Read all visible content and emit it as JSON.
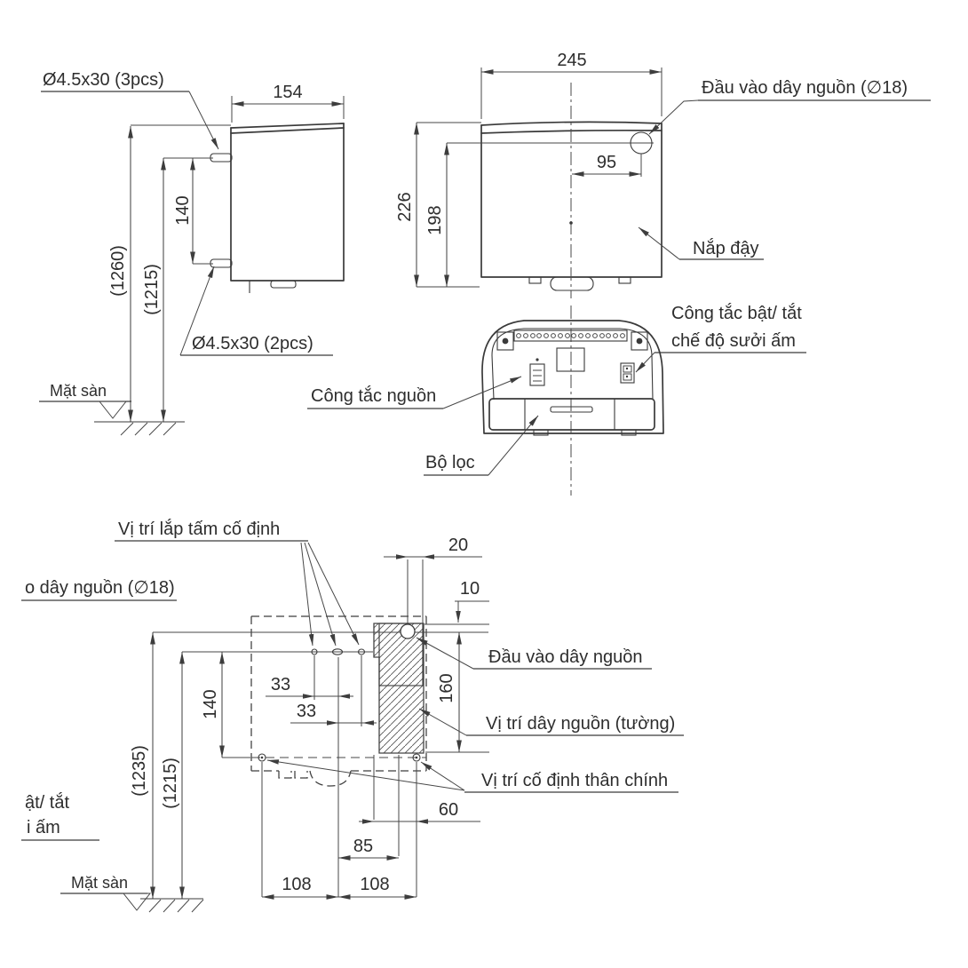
{
  "drawing": {
    "side_view": {
      "dim_width": "154",
      "dim_tab_spacing": "140",
      "dim_height_top": "(1260)",
      "dim_height_tab": "(1215)",
      "label_screws_top": "Ø4.5x30 (3pcs)",
      "label_screws_bottom": "Ø4.5x30 (2pcs)",
      "label_floor": "Mặt sàn"
    },
    "front_view": {
      "dim_width": "245",
      "dim_inlet_offset": "95",
      "dim_height_total": "226",
      "dim_height_inlet": "198",
      "label_inlet": "Đầu vào dây nguồn (∅18)",
      "label_cover": "Nắp đậy"
    },
    "bottom_view": {
      "label_heater_switch_line1": "Công tắc bật/ tắt",
      "label_heater_switch_line2": "chế độ sưởi ấm",
      "label_power_switch": "Công tắc nguồn",
      "label_filter": "Bộ lọc"
    },
    "installation_view": {
      "dim_20": "20",
      "dim_10": "10",
      "dim_33_upper": "33",
      "dim_33_lower": "33",
      "dim_140": "140",
      "dim_160": "160",
      "dim_height_cord": "(1235)",
      "dim_height_fix": "(1215)",
      "dim_60": "60",
      "dim_85": "85",
      "dim_108_left": "108",
      "dim_108_right": "108",
      "label_fixing_plate": "Vị trí lắp tấm cố định",
      "label_cord_truncated": "o dây nguồn (∅18)",
      "label_inlet": "Đầu vào dây nguồn",
      "label_cord_wall": "Vị trí dây nguồn (tường)",
      "label_body_fixing": "Vị trí cố định thân chính",
      "label_heater_truncated_1": "ật/ tắt",
      "label_heater_truncated_2": "i ấm",
      "label_floor": "Mặt sàn"
    }
  }
}
